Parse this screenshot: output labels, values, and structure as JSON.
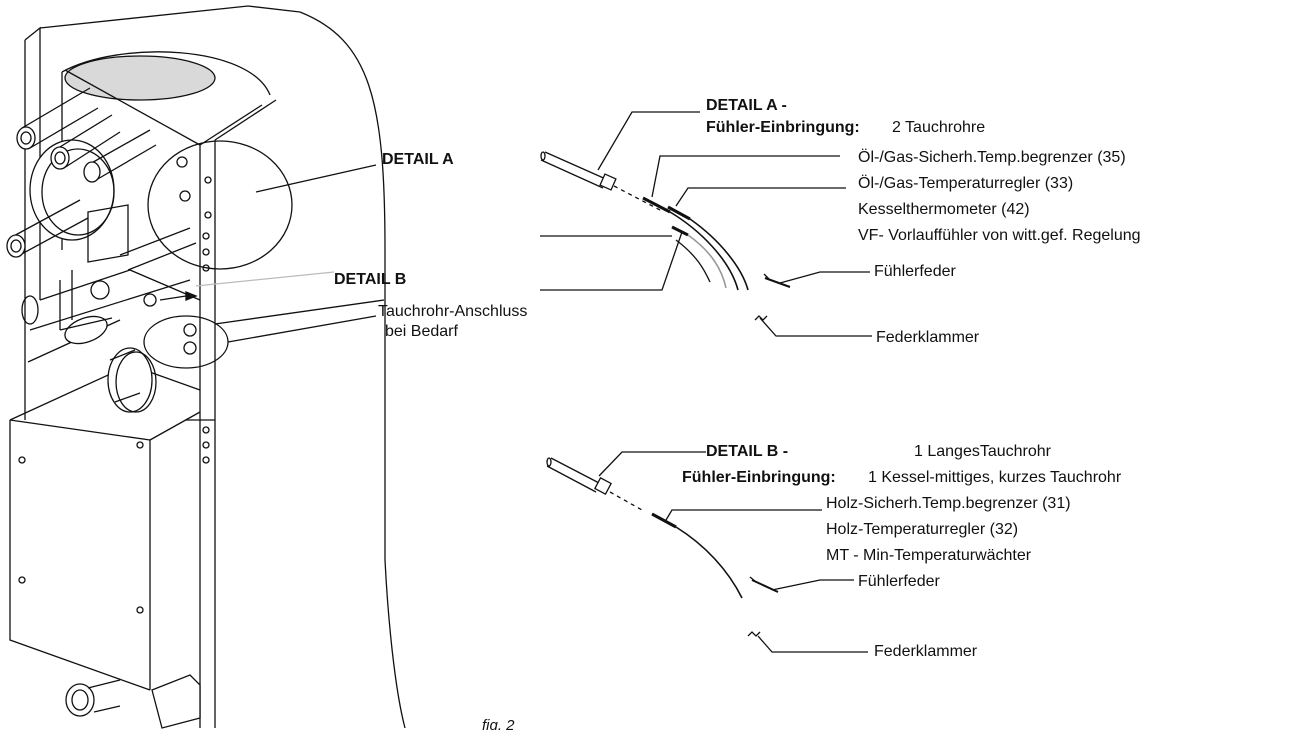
{
  "labels": {
    "detail_a_callout": "DETAIL A",
    "detail_b_callout": "DETAIL B",
    "tauchrohr_anschluss": "Tauchrohr-Anschluss",
    "bei_bedarf": "bei Bedarf",
    "fig_caption": "fig. 2"
  },
  "detail_a": {
    "title": "DETAIL A -",
    "subtitle": "Fühler-Einbringung:",
    "subtitle_value": "2 Tauchrohre",
    "item_35": "Öl-/Gas-Sicherh.Temp.begrenzer (35)",
    "item_33": "Öl-/Gas-Temperaturregler (33)",
    "item_42": "Kesselthermometer (42)",
    "item_vf": "VF- Vorlauffühler von witt.gef. Regelung",
    "spring": "Fühlerfeder",
    "clip": "Federklammer"
  },
  "detail_b": {
    "title": "DETAIL B -",
    "title_value": "1 LangesTauchrohr",
    "subtitle": "Fühler-Einbringung:",
    "subtitle_value": "1 Kessel-mittiges, kurzes Tauchrohr",
    "item_31": "Holz-Sicherh.Temp.begrenzer (31)",
    "item_32": "Holz-Temperaturregler (32)",
    "item_mt": "MT - Min-Temperaturwächter",
    "spring": "Fühlerfeder",
    "clip": "Federklammer"
  },
  "colors": {
    "line": "#111111",
    "boiler_fill": "#ffffff",
    "shade": "#cfcfcf"
  }
}
